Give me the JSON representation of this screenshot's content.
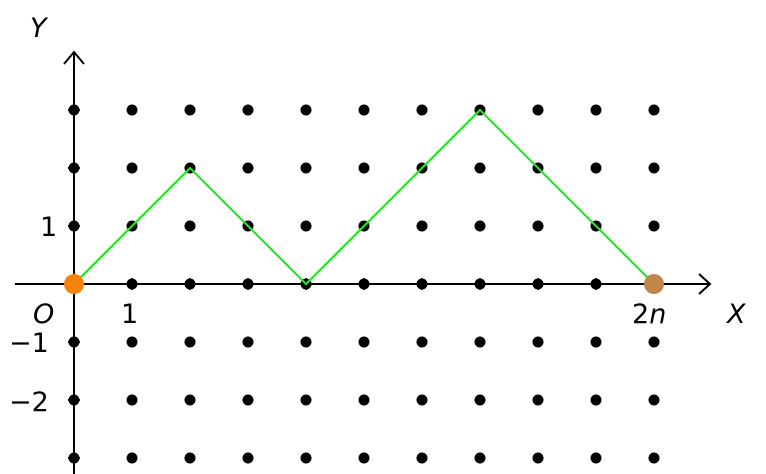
{
  "axes": {
    "x_label": "X",
    "y_label": "Y",
    "origin_label": "O"
  },
  "tick_labels": {
    "x": [
      {
        "text": "1",
        "x": 1
      },
      {
        "text": "2",
        "text_italic": "n",
        "x": 10
      }
    ],
    "y": [
      {
        "text": "1",
        "y": 1
      },
      {
        "text": "−1",
        "y": -1
      },
      {
        "text": "−2",
        "y": -2
      }
    ]
  },
  "lattice": {
    "x_range": [
      0,
      10
    ],
    "y_range": [
      -3,
      3
    ]
  },
  "path": {
    "color": "#22e822",
    "points": [
      [
        0,
        0
      ],
      [
        1,
        1
      ],
      [
        2,
        2
      ],
      [
        3,
        1
      ],
      [
        4,
        0
      ],
      [
        5,
        1
      ],
      [
        6,
        2
      ],
      [
        7,
        3
      ],
      [
        8,
        2
      ],
      [
        9,
        1
      ],
      [
        10,
        0
      ]
    ]
  },
  "endpoints": {
    "start": {
      "x": 0,
      "y": 0,
      "color": "#f5830a"
    },
    "end": {
      "x": 10,
      "y": 0,
      "color": "#c0864a"
    }
  },
  "colors": {
    "dot": "#000000",
    "axis": "#000000"
  }
}
